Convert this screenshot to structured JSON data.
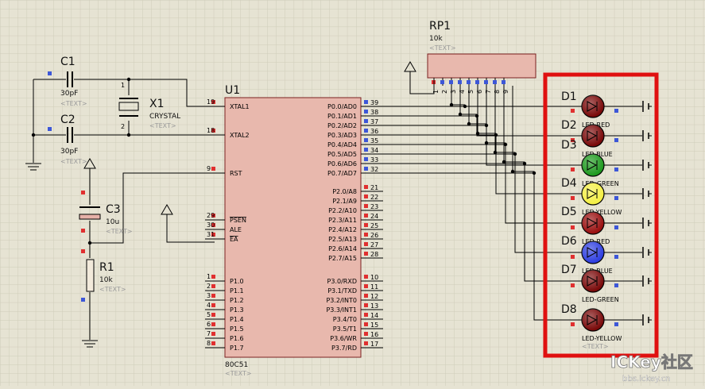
{
  "components": {
    "c1": {
      "ref": "C1",
      "value": "30pF",
      "text": "<TEXT>"
    },
    "c2": {
      "ref": "C2",
      "value": "30pF",
      "text": "<TEXT>"
    },
    "c3": {
      "ref": "C3",
      "value": "10u",
      "text": "<TEXT>"
    },
    "x1": {
      "ref": "X1",
      "value": "CRYSTAL",
      "text": "<TEXT>",
      "pin1": "1",
      "pin2": "2"
    },
    "r1": {
      "ref": "R1",
      "value": "10k",
      "text": "<TEXT>"
    },
    "rp1": {
      "ref": "RP1",
      "value": "10k",
      "text": "<TEXT>",
      "pins": [
        "1",
        "2",
        "3",
        "4",
        "5",
        "6",
        "7",
        "8",
        "9"
      ]
    },
    "u1": {
      "ref": "U1",
      "part": "80C51",
      "text": "<TEXT>"
    }
  },
  "u1_left_pins": [
    {
      "num": "19",
      "name": "XTAL1"
    },
    {
      "num": "18",
      "name": "XTAL2"
    },
    {
      "num": "9",
      "name": "RST"
    },
    {
      "num": "29",
      "name": "PSEN"
    },
    {
      "num": "30",
      "name": "ALE"
    },
    {
      "num": "31",
      "name": "EA"
    },
    {
      "num": "1",
      "name": "P1.0"
    },
    {
      "num": "2",
      "name": "P1.1"
    },
    {
      "num": "3",
      "name": "P1.2"
    },
    {
      "num": "4",
      "name": "P1.3"
    },
    {
      "num": "5",
      "name": "P1.4"
    },
    {
      "num": "6",
      "name": "P1.5"
    },
    {
      "num": "7",
      "name": "P1.6"
    },
    {
      "num": "8",
      "name": "P1.7"
    }
  ],
  "u1_right_pins": [
    {
      "num": "39",
      "name": "P0.0/AD0"
    },
    {
      "num": "38",
      "name": "P0.1/AD1"
    },
    {
      "num": "37",
      "name": "P0.2/AD2"
    },
    {
      "num": "36",
      "name": "P0.3/AD3"
    },
    {
      "num": "35",
      "name": "P0.4/AD4"
    },
    {
      "num": "34",
      "name": "P0.5/AD5"
    },
    {
      "num": "33",
      "name": "P0.6/AD6"
    },
    {
      "num": "32",
      "name": "P0.7/AD7"
    },
    {
      "num": "21",
      "name": "P2.0/A8"
    },
    {
      "num": "22",
      "name": "P2.1/A9"
    },
    {
      "num": "23",
      "name": "P2.2/A10"
    },
    {
      "num": "24",
      "name": "P2.3/A11"
    },
    {
      "num": "25",
      "name": "P2.4/A12"
    },
    {
      "num": "26",
      "name": "P2.5/A13"
    },
    {
      "num": "27",
      "name": "P2.6/A14"
    },
    {
      "num": "28",
      "name": "P2.7/A15"
    },
    {
      "num": "10",
      "name": "P3.0/RXD"
    },
    {
      "num": "11",
      "name": "P3.1/TXD"
    },
    {
      "num": "12",
      "name": "P3.2/INT0"
    },
    {
      "num": "13",
      "name": "P3.3/INT1"
    },
    {
      "num": "14",
      "name": "P3.4/T0"
    },
    {
      "num": "15",
      "name": "P3.5/T1"
    },
    {
      "num": "16",
      "name": "P3.6/WR"
    },
    {
      "num": "17",
      "name": "P3.7/RD"
    }
  ],
  "leds": [
    {
      "ref": "D1",
      "type": "LED-RED",
      "color": "#7a0a0a"
    },
    {
      "ref": "D2",
      "type": "LED-BLUE",
      "color": "#7a0a0a"
    },
    {
      "ref": "D3",
      "type": "LED-GREEN",
      "color": "#1f9a1f"
    },
    {
      "ref": "D4",
      "type": "LED-YELLOW",
      "color": "#f4ef45"
    },
    {
      "ref": "D5",
      "type": "LED-RED",
      "color": "#9a1010"
    },
    {
      "ref": "D6",
      "type": "LED-BLUE",
      "color": "#2f3fe0"
    },
    {
      "ref": "D7",
      "type": "LED-GREEN",
      "color": "#7a0a0a"
    },
    {
      "ref": "D8",
      "type": "LED-YELLOW",
      "color": "#7a0a0a"
    }
  ],
  "led_text": "<TEXT>",
  "highlight_color": "#e01010",
  "watermark": {
    "brand": "ICKey社区",
    "url": "bbs.ickey.cn"
  }
}
